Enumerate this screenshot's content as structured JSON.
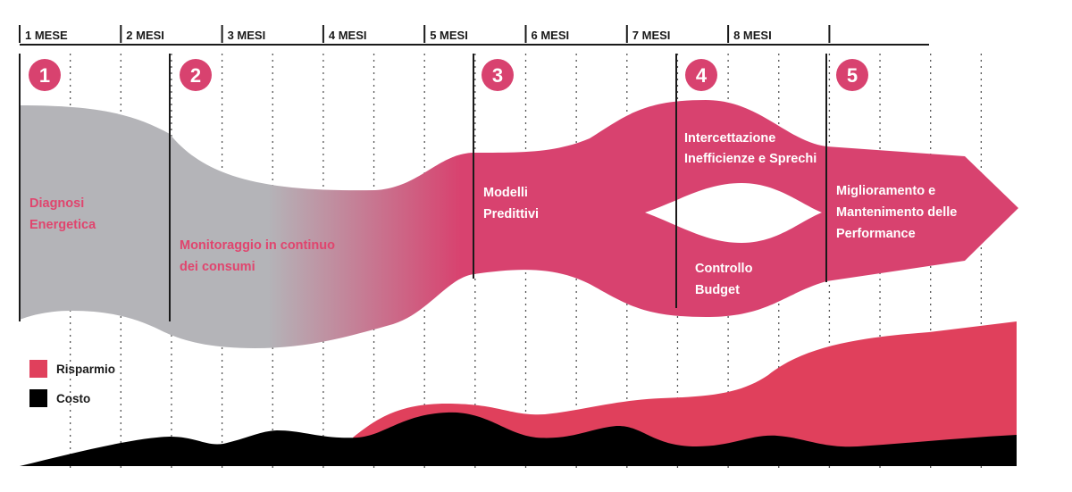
{
  "months": [
    "1 MESE",
    "2 MESI",
    "3 MESI",
    "4 MESI",
    "5 MESI",
    "6 MESI",
    "7 MESI",
    "8 MESI"
  ],
  "steps": [
    "1",
    "2",
    "3",
    "4",
    "5"
  ],
  "phases": {
    "diagnosi": [
      "Diagnosi",
      "Energetica"
    ],
    "monitoraggio": [
      "Monitoraggio in continuo",
      "dei consumi"
    ],
    "modelli": [
      "Modelli",
      "Predittivi"
    ],
    "intercettazione": [
      "Intercettazione",
      "Inefficienze e Sprechi"
    ],
    "controllo": [
      "Controllo",
      "Budget"
    ],
    "miglioramento": [
      "Miglioramento e",
      "Mantenimento delle",
      "Performance"
    ]
  },
  "legend": {
    "risparmio": "Risparmio",
    "costo": "Costo"
  },
  "colors": {
    "accent": "#d8426f",
    "savings": "#e0405c",
    "cost": "#000000",
    "grey": "#b4b4b8",
    "text_pink": "#e0456e",
    "text_white": "#ffffff"
  }
}
